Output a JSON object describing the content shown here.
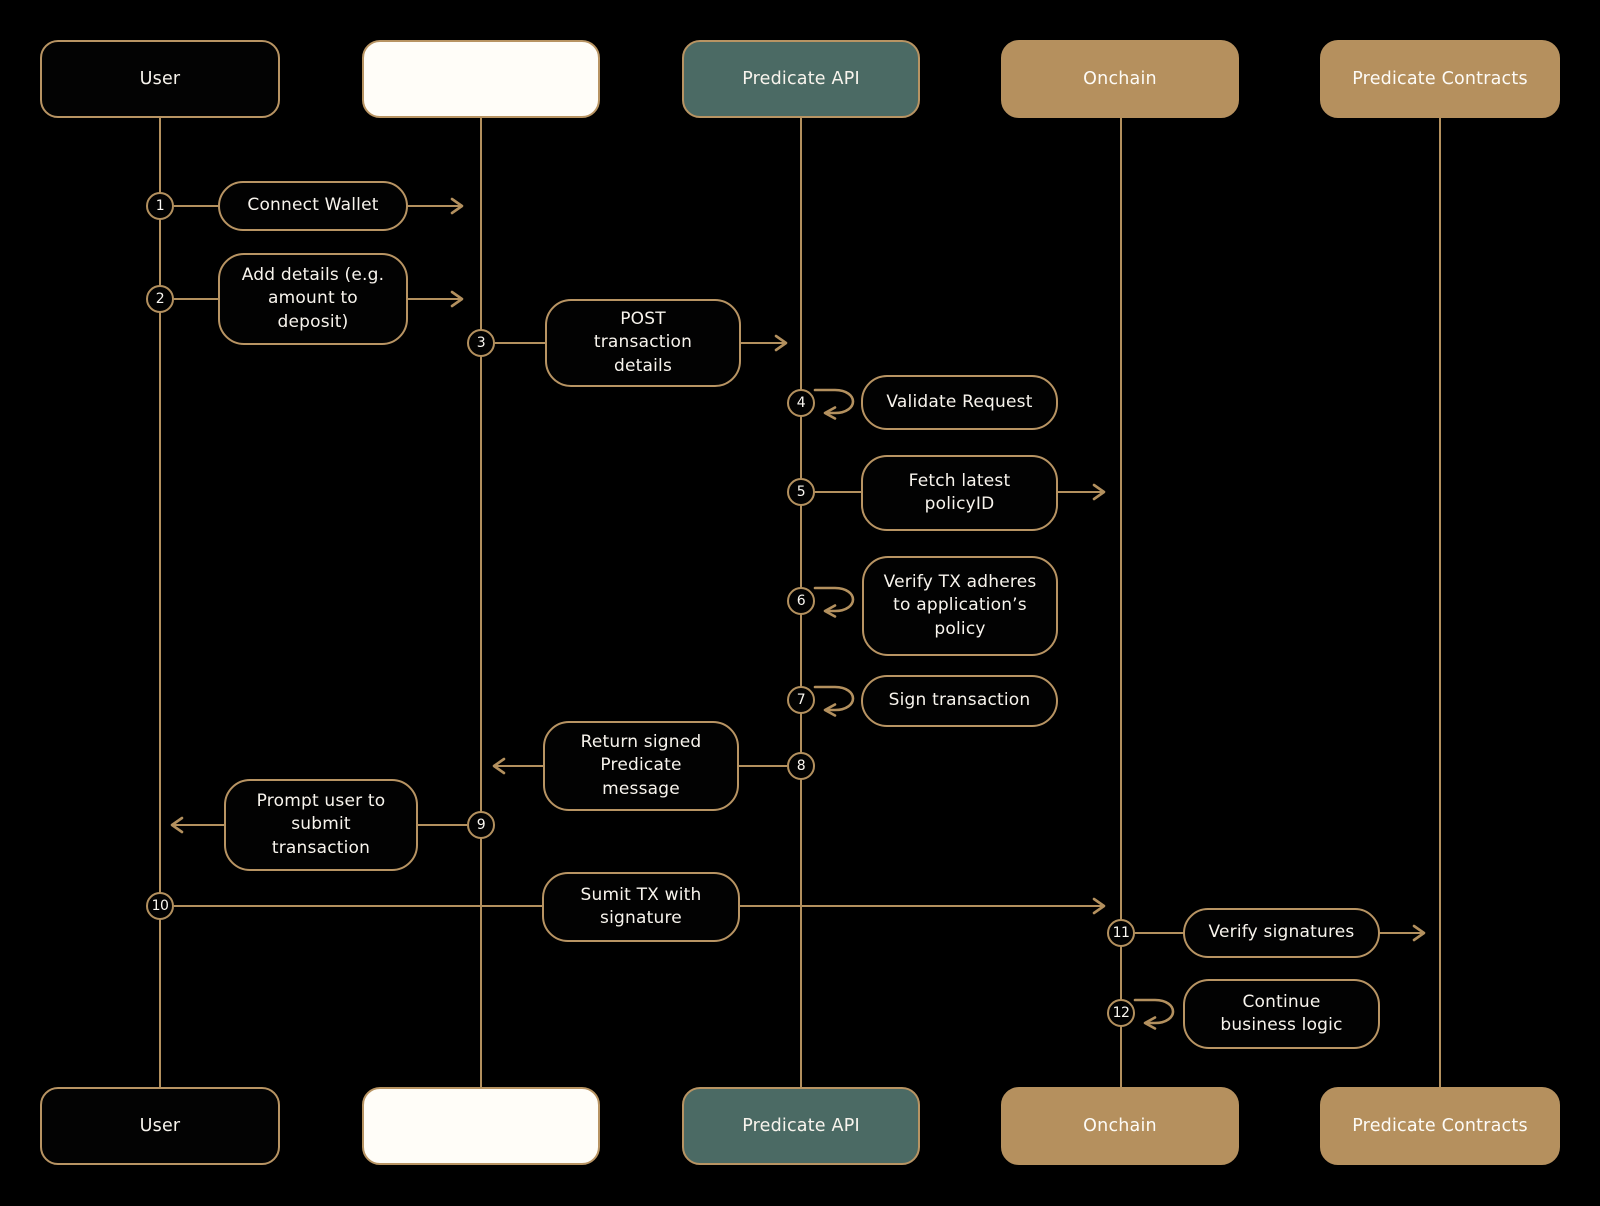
{
  "colors": {
    "background": "#000000",
    "accent_tan": "#b3905e",
    "box_border": "#b89463",
    "teal_fill": "#4b6a64",
    "tan_fill": "#b5905e",
    "message_fill": "#020202",
    "text_light": "#f8f4ed"
  },
  "actors": [
    {
      "id": "user",
      "label": "User",
      "style": "dark"
    },
    {
      "id": "app",
      "label": "",
      "style": "light"
    },
    {
      "id": "predicate-api",
      "label": "Predicate API",
      "style": "teal"
    },
    {
      "id": "onchain",
      "label": "Onchain",
      "style": "tan"
    },
    {
      "id": "predicate-contracts",
      "label": "Predicate Contracts",
      "style": "tan"
    }
  ],
  "steps": [
    {
      "num": "1",
      "label": "Connect Wallet",
      "from": "user",
      "to": "app",
      "kind": "arrow-right"
    },
    {
      "num": "2",
      "label": "Add details (e.g.\namount to\ndeposit)",
      "from": "user",
      "to": "app",
      "kind": "arrow-right"
    },
    {
      "num": "3",
      "label": "POST\ntransaction\ndetails",
      "from": "app",
      "to": "predicate-api",
      "kind": "arrow-right"
    },
    {
      "num": "4",
      "label": "Validate Request",
      "from": "predicate-api",
      "to": "predicate-api",
      "kind": "self-loop"
    },
    {
      "num": "5",
      "label": "Fetch latest\npolicyID",
      "from": "predicate-api",
      "to": "onchain",
      "kind": "arrow-right"
    },
    {
      "num": "6",
      "label": "Verify TX adheres\nto application’s\npolicy",
      "from": "predicate-api",
      "to": "predicate-api",
      "kind": "self-loop"
    },
    {
      "num": "7",
      "label": "Sign transaction",
      "from": "predicate-api",
      "to": "predicate-api",
      "kind": "self-loop"
    },
    {
      "num": "8",
      "label": "Return signed\nPredicate\nmessage",
      "from": "predicate-api",
      "to": "app",
      "kind": "arrow-left"
    },
    {
      "num": "9",
      "label": "Prompt user to\nsubmit\ntransaction",
      "from": "app",
      "to": "user",
      "kind": "arrow-left"
    },
    {
      "num": "10",
      "label": "Sumit TX with\nsignature",
      "from": "user",
      "to": "onchain",
      "kind": "arrow-right"
    },
    {
      "num": "11",
      "label": "Verify signatures",
      "from": "onchain",
      "to": "predicate-contracts",
      "kind": "arrow-right"
    },
    {
      "num": "12",
      "label": "Continue\nbusiness logic",
      "from": "onchain",
      "to": "onchain",
      "kind": "self-loop"
    }
  ]
}
